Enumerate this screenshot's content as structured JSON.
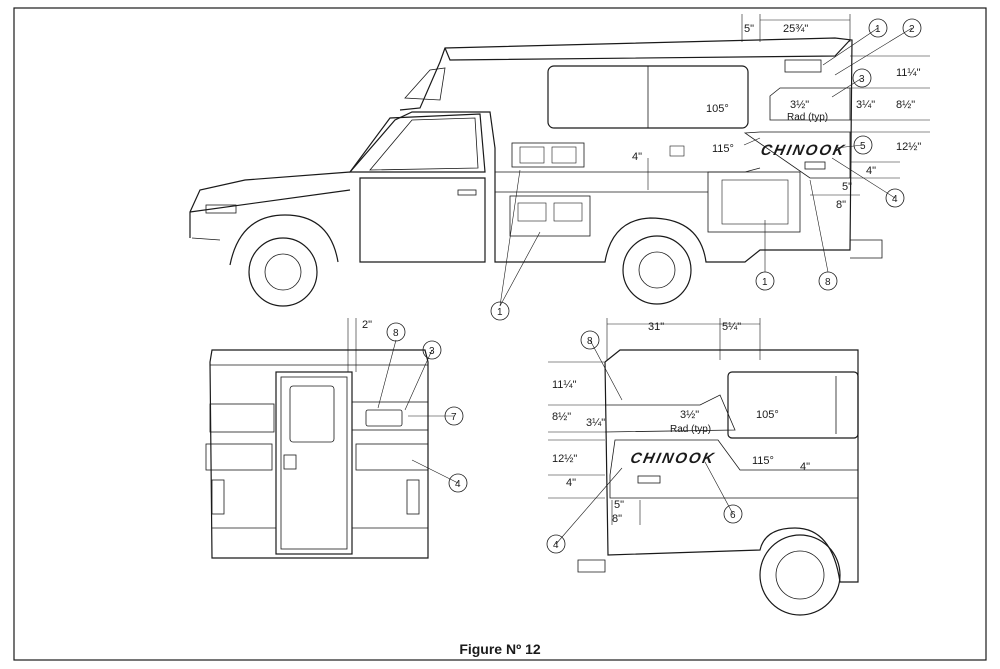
{
  "caption": "Figure Nº 12",
  "side_view": {
    "brand": "CHINOOK",
    "dims": {
      "top_gap": "5\"",
      "top_len": "25¾\"",
      "h1": "11¼\"",
      "h2": "3¼\"",
      "h3": "8½\"",
      "h4": "12½\"",
      "h5": "4\"",
      "small_w": "5\"",
      "small_w2": "8\"",
      "radius": "3½\"",
      "radius_note": "Rad (typ)",
      "angle1": "105°",
      "angle2": "115°",
      "stripe": "4\""
    },
    "callouts": [
      "1",
      "2",
      "3",
      "4",
      "5",
      "8",
      "1",
      "1"
    ]
  },
  "rear_view": {
    "dim_top": "2\"",
    "callouts": [
      "8",
      "3",
      "7",
      "4"
    ]
  },
  "detail_view": {
    "brand": "CHINOOK",
    "dims": {
      "top_len": "31\"",
      "top_short": "5¼\"",
      "h1": "11¼\"",
      "h2": "8½\"",
      "h3": "3¼\"",
      "h4": "12½\"",
      "h5": "4\"",
      "w1": "5\"",
      "w2": "8\"",
      "radius": "3½\"",
      "radius_note": "Rad (typ)",
      "angle1": "105°",
      "angle2": "115°",
      "stripe": "4\""
    },
    "callouts": [
      "8",
      "4",
      "6"
    ]
  }
}
